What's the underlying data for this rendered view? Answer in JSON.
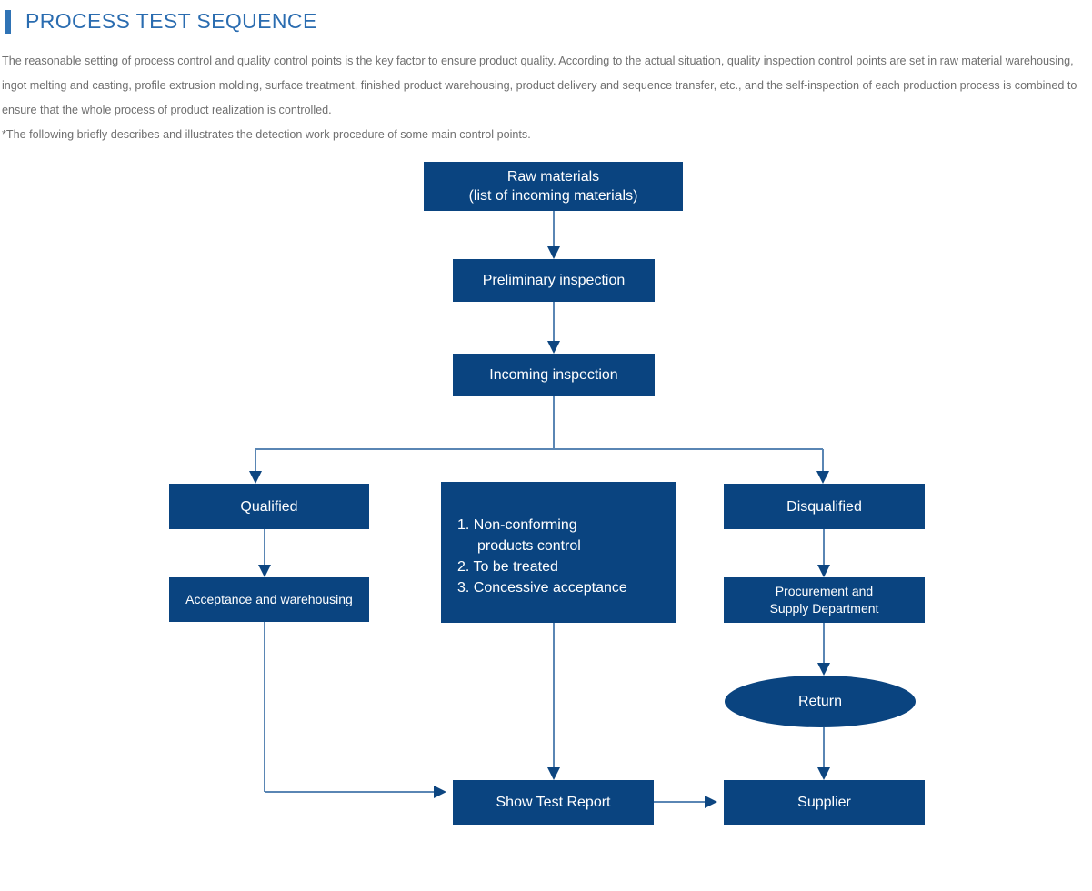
{
  "header": {
    "title": "PROCESS TEST SEQUENCE",
    "accent_color": "#2f73b5",
    "title_color": "#2a6cb0",
    "intro_paragraph": "The reasonable setting of process control and quality control points is the key factor to ensure product quality. According to the actual situation, quality inspection control points are set in raw material warehousing, ingot melting and casting, profile extrusion molding, surface treatment, finished product warehousing, product delivery and sequence transfer, etc., and the self-inspection of each production process is combined to ensure that the whole process of product realization is controlled.",
    "intro_note": "*The following briefly describes and illustrates the detection work procedure of some main control points."
  },
  "flowchart": {
    "node_fill": "#0a4480",
    "node_text_color": "#ffffff",
    "connector_color": "#5a86b4",
    "arrowhead_color": "#0d4681",
    "nodes": {
      "raw_materials_line1": "Raw materials",
      "raw_materials_line2": "(list of incoming materials)",
      "preliminary_inspection": "Preliminary inspection",
      "incoming_inspection": "Incoming inspection",
      "qualified": "Qualified",
      "acceptance_warehousing": "Acceptance and warehousing",
      "nonconforming_item1": "1. Non-conforming",
      "nonconforming_item1_cont": "products control",
      "nonconforming_item2": "2. To be treated",
      "nonconforming_item3": "3. Concessive acceptance",
      "disqualified": "Disqualified",
      "procurement_line1": "Procurement and",
      "procurement_line2": "Supply Department",
      "return": "Return",
      "show_test_report": "Show Test Report",
      "supplier": "Supplier"
    }
  }
}
